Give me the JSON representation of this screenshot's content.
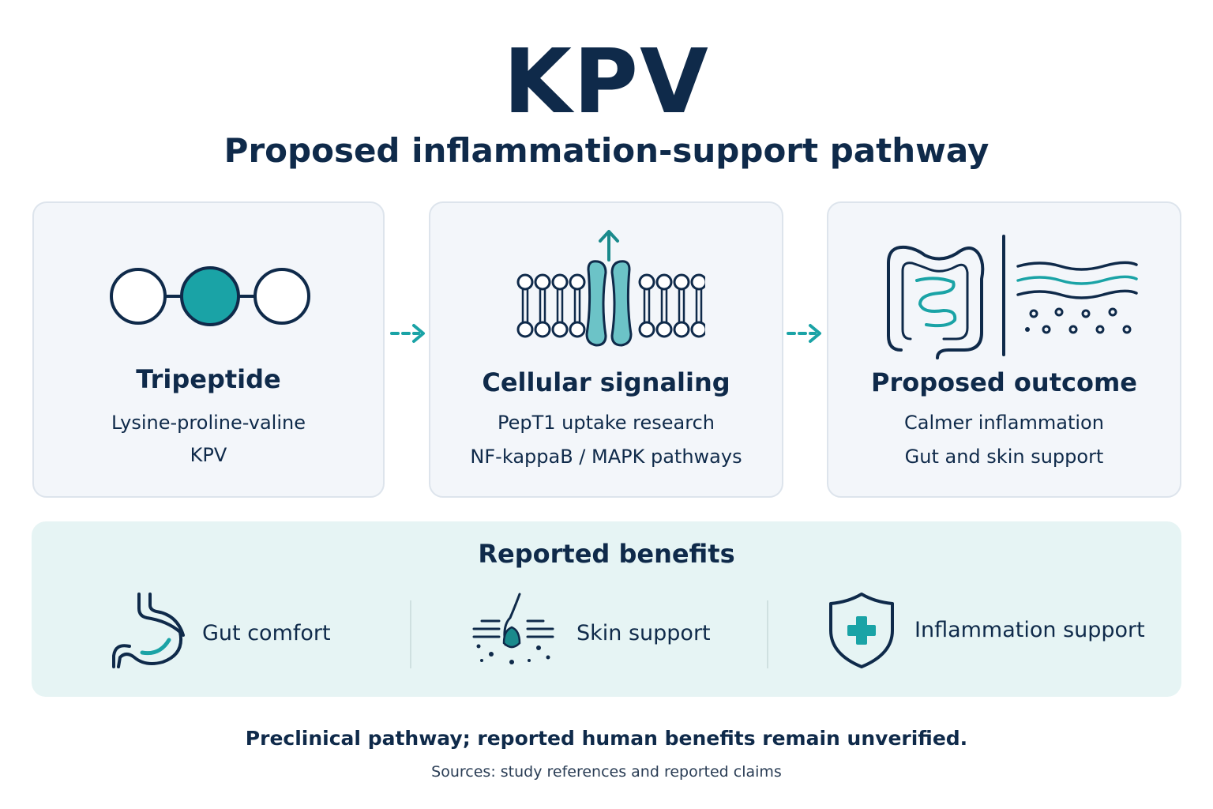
{
  "header": {
    "title": "KPV",
    "subtitle": "Proposed inflammation-support pathway"
  },
  "colors": {
    "navy": "#0f2a4a",
    "teal": "#1aa3a6",
    "teal_light": "#6cc3c7",
    "card_bg": "#f3f6fa",
    "benefits_bg": "#e6f4f4"
  },
  "pathway": {
    "steps": [
      {
        "icon": "tripeptide-icon",
        "title": "Tripeptide",
        "lines": [
          "Lysine-proline-valine",
          "KPV"
        ]
      },
      {
        "icon": "cell-membrane-icon",
        "title": "Cellular signaling",
        "lines": [
          "PepT1 uptake research",
          "NF-kappaB / MAPK pathways"
        ]
      },
      {
        "icon": "gut-skin-icon",
        "title": "Proposed outcome",
        "lines": [
          "Calmer inflammation",
          "Gut and skin support"
        ]
      }
    ]
  },
  "benefits": {
    "title": "Reported benefits",
    "items": [
      {
        "icon": "stomach-icon",
        "label": "Gut comfort"
      },
      {
        "icon": "skin-follicle-icon",
        "label": "Skin support"
      },
      {
        "icon": "shield-plus-icon",
        "label": "Inflammation support"
      }
    ]
  },
  "footer": {
    "disclaimer": "Preclinical pathway; reported human benefits remain unverified.",
    "sources": "Sources: study references and reported claims"
  }
}
